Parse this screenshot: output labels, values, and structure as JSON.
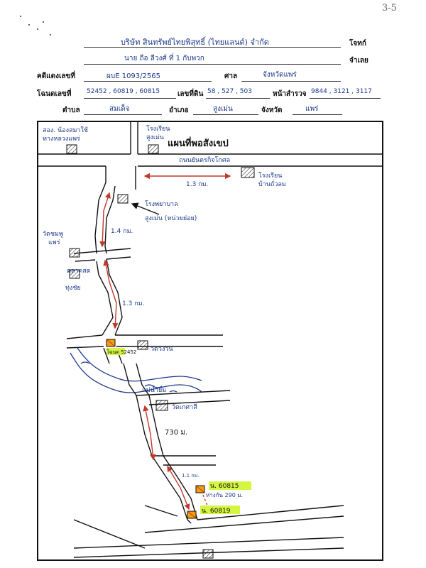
{
  "page_number": "3-5",
  "header": {
    "plaintiff_label": "โจทก์",
    "plaintiff_value": "บริษัท สินทรัพย์ไทยพิสุทธิ์ (ไทยแลนด์) จำกัด",
    "defendant_label": "จำเลย",
    "defendant_value": "นาย ถือ ลีวงศ์ ที่ 1 กับพวก",
    "case_label": "คดีแดงเลขที่",
    "case_value": "ผบE 1093/2565",
    "court_label": "ศาล",
    "court_value": "จังหวัดแพร่",
    "deed_label": "โฉนดเลขที่",
    "deed_value": "52452 , 60819 , 60815",
    "land_no_label": "เลขที่ดิน",
    "land_no_value": "58 , 527 , 503",
    "survey_label": "หน้าสำรวจ",
    "survey_value": "9844 , 3121 , 3117",
    "subdistrict_label": "ตำบล",
    "subdistrict_value": "สมเด็จ",
    "district_label": "อำเภอ",
    "district_value": "สูงเม่น",
    "province_label": "จังหวัด",
    "province_value": "แพร่"
  },
  "map": {
    "title": "แผนที่พอสังเขป",
    "labels": {
      "school_tl": "สอง. น้องสมาใช้",
      "school_tl2": "ทางหลวงแพร่",
      "gas_station": "โรงเรียน",
      "gas_station2": "สูงเม่น",
      "main_road": "ถนนยันตรกิจโกศล",
      "distance_top": "1.3 กม.",
      "hospital": "โรงเรียน",
      "hospital2": "บ้านถั่วลม",
      "police": "โรงพยาบาล",
      "police2": "สูงเม่น (หน่วยย่อย)",
      "temple1": "วัดชมพู",
      "temple1b": "แพร่",
      "dist_1_4": "1.4 กม.",
      "market": "ตลาดสด",
      "market2": "ทุ่งชัย",
      "dist_1_3": "1.3 กม.",
      "deed1": "โฉนด 52452",
      "temple2": "วัดวังวน",
      "river": "แม่น้ำยม",
      "temple3": "วัดเกศาสี",
      "dist_730": "730 ม.",
      "dist_1_1": "1.1 กม.",
      "deed2": "น. 60815",
      "walk": "ห่างกัน 290 ม.",
      "deed3": "น. 60819"
    }
  },
  "colors": {
    "ink": "#1e3a8a",
    "arrow": "#c0392b",
    "highlight": "#d4f542",
    "plot": "#f59e0b"
  }
}
